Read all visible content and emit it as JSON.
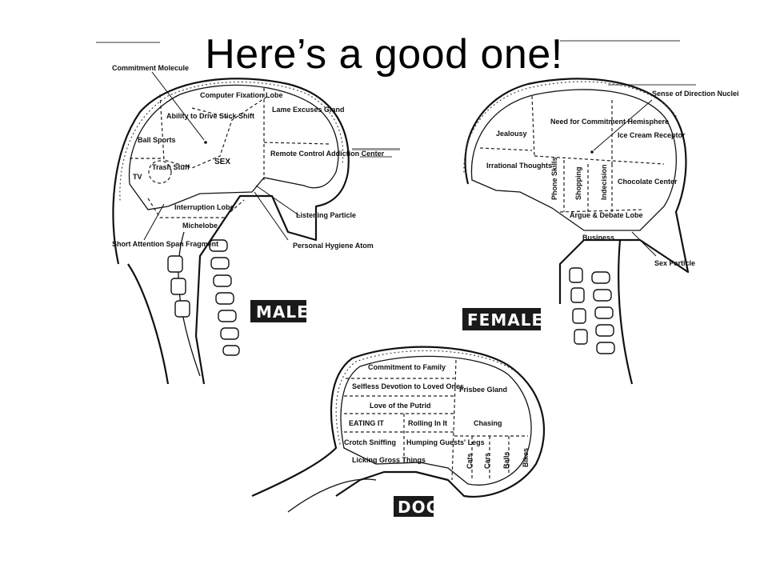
{
  "slide": {
    "title": "Here’s a good one!"
  },
  "male": {
    "badge": "MALE",
    "regions": {
      "computer_fixation": "Computer Fixation Lobe",
      "ability": "Ability to Drive Stick Shift",
      "ball_sports": "Ball Sports",
      "tv": "TV",
      "trash_stuff": "Trash Stuff",
      "sex": "SEX",
      "lame_excuses": "Lame Excuses Gland",
      "remote_control": "Remote Control Addiction Center",
      "interruption": "Interruption Lobe",
      "michelobe": "Michelobe"
    },
    "callouts": {
      "commitment": "Commitment Molecule",
      "short_attention": "Short Attention Span Fragment",
      "listening": "Listening Particle",
      "hygiene": "Personal Hygiene Atom"
    }
  },
  "female": {
    "badge": "FEMALE",
    "regions": {
      "jealousy": "Jealousy",
      "need_commitment": "Need for Commitment Hemisphere",
      "ice_cream": "Ice Cream Receptor",
      "irrational": "Irrational Thoughts",
      "phone_skills": "Phone Skills",
      "shopping": "Shopping",
      "indecision": "Indecision",
      "chocolate": "Chocolate Center",
      "argue": "Argue & Debate Lobe",
      "business": "Business"
    },
    "callouts": {
      "direction": "Sense of Direction Nuclei",
      "sex_particle": "Sex Particle"
    }
  },
  "dog": {
    "badge": "DOG",
    "regions": {
      "commitment_family": "Commitment to Family",
      "selfless": "Selfless Devotion to Loved Ones",
      "frisbee": "Frisbee Gland",
      "putrid": "Love of the Putrid",
      "eating": "EATING IT",
      "rolling": "Rolling In It",
      "chasing": "Chasing",
      "crotch": "Crotch Sniffing",
      "humping": "Humping Guests' Legs",
      "licking": "Licking Gross Things",
      "cats": "Cats",
      "cars": "Cars",
      "balls": "Balls",
      "bikes": "Bikes"
    }
  }
}
